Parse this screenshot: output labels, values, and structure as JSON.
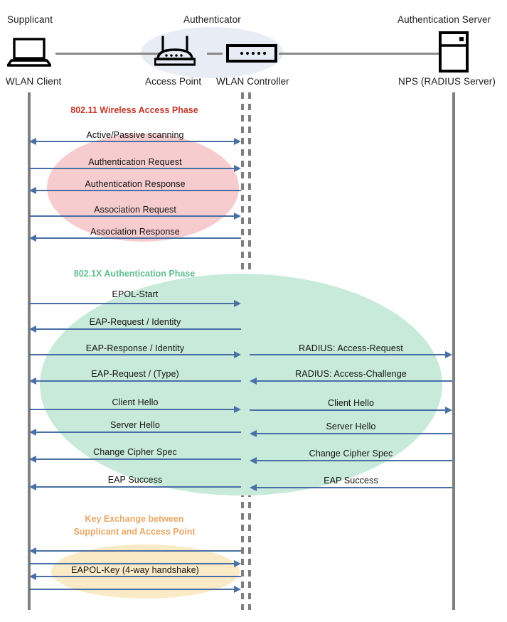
{
  "diagram": {
    "title": "802.1X WLAN authentication sequence diagram",
    "colors": {
      "arrow": "#4a6fa5",
      "lifeline": "#7f7f7f",
      "phase1_title": "#c0392b",
      "phase1_fill": "#f7ccce",
      "phase2_title": "#5fbf8f",
      "phase2_fill": "#c8eada",
      "phase3_title": "#e8a867",
      "phase3_fill": "#fbeac6",
      "authenticator_fill": "#e8ecf5"
    }
  },
  "actors": [
    {
      "role": "Supplicant",
      "device": "WLAN Client",
      "icon": "laptop-icon"
    },
    {
      "role": "Authenticator",
      "device": "Access Point",
      "icon": "access-point-icon"
    },
    {
      "role": "",
      "device": "WLAN Controller",
      "icon": "wlan-controller-icon"
    },
    {
      "role": "Authentication Server",
      "device": "NPS (RADIUS Server)",
      "icon": "server-icon"
    }
  ],
  "phases": [
    {
      "id": "phase-80211",
      "title": "802.11 Wireless Access Phase",
      "messages": [
        {
          "label": "Active/Passive scanning",
          "dir": "both",
          "side": "left"
        },
        {
          "label": "Authentication Request",
          "dir": "right",
          "side": "left"
        },
        {
          "label": "Authentication Response",
          "dir": "left",
          "side": "left"
        },
        {
          "label": "Association Request",
          "dir": "right",
          "side": "left"
        },
        {
          "label": "Association Response",
          "dir": "left",
          "side": "left"
        }
      ]
    },
    {
      "id": "phase-8021x",
      "title": "802.1X Authentication Phase",
      "messages": [
        {
          "label": "EPOL-Start",
          "dir": "right",
          "side": "left"
        },
        {
          "label": "EAP-Request / Identity",
          "dir": "left",
          "side": "left"
        },
        {
          "label": "EAP-Response / Identity",
          "dir": "right",
          "side": "left"
        },
        {
          "label": "RADIUS: Access-Request",
          "dir": "right",
          "side": "right"
        },
        {
          "label": "EAP-Request / (Type)",
          "dir": "left",
          "side": "left"
        },
        {
          "label": "RADIUS: Access-Challenge",
          "dir": "left",
          "side": "right"
        },
        {
          "label": "Client Hello",
          "dir": "right",
          "side": "left"
        },
        {
          "label": "Client Hello",
          "dir": "right",
          "side": "right"
        },
        {
          "label": "Server Hello",
          "dir": "left",
          "side": "left"
        },
        {
          "label": "Server Hello",
          "dir": "left",
          "side": "right"
        },
        {
          "label": "Change Cipher Spec",
          "dir": "left",
          "side": "left"
        },
        {
          "label": "Change Cipher Spec",
          "dir": "left",
          "side": "right"
        },
        {
          "label": "EAP Success",
          "dir": "left",
          "side": "left"
        },
        {
          "label": "EAP Success",
          "dir": "left",
          "side": "right"
        }
      ]
    },
    {
      "id": "phase-key-exchange",
      "title": "Key Exchange between\nSupplicant and Access Point",
      "messages": [
        {
          "label": "",
          "dir": "left",
          "side": "left"
        },
        {
          "label": "",
          "dir": "right",
          "side": "left"
        },
        {
          "label": "EAPOL-Key (4-way handshake)",
          "dir": "left",
          "side": "left"
        },
        {
          "label": "",
          "dir": "right",
          "side": "left"
        }
      ]
    }
  ]
}
